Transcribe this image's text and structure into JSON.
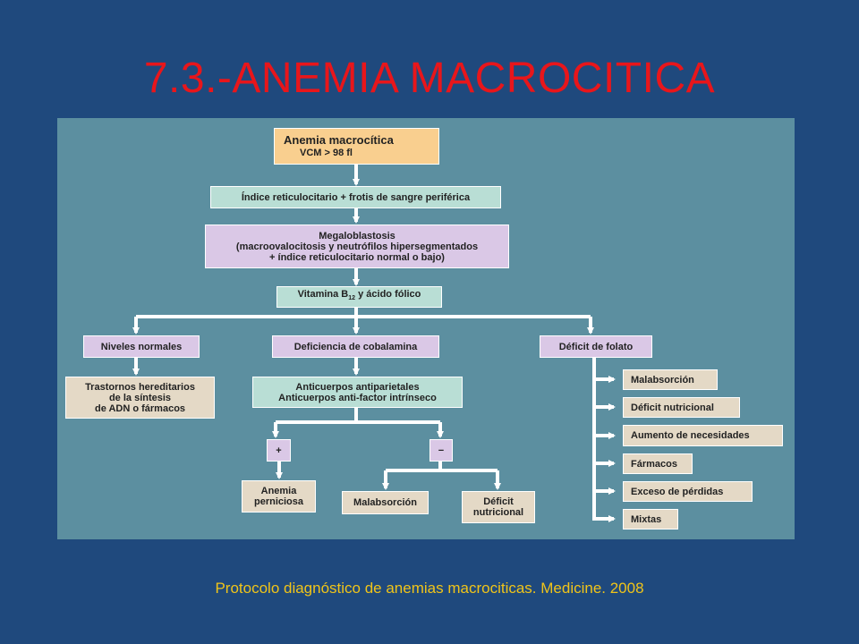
{
  "title": "7.3.-ANEMIA MACROCITICA",
  "caption": "Protocolo diagnóstico de anemias macrociticas. Medicine. 2008",
  "flowchart": {
    "start_line1": "Anemia macrocítica",
    "start_line2": "VCM > 98 fl",
    "step1": "Índice reticulocitario + frotis de sangre periférica",
    "step2_line1": "Megaloblastosis",
    "step2_line2": "(macroovalocitosis y neutrófilos hipersegmentados",
    "step2_line3": "+ índice reticulocitario normal o bajo)",
    "step3_pre": "Vitamina B",
    "step3_sub": "12",
    "step3_post": " y ácido fólico",
    "branch_normal": "Niveles normales",
    "branch_cobalamina": "Deficiencia de cobalamina",
    "branch_folato": "Déficit de folato",
    "normal_result_line1": "Trastornos hereditarios",
    "normal_result_line2": "de la síntesis",
    "normal_result_line3": "de ADN o fármacos",
    "antibodies_line1": "Anticuerpos antiparietales",
    "antibodies_line2": "Anticuerpos anti-factor intrínseco",
    "positive": "+",
    "negative": "−",
    "pernicious_line1": "Anemia",
    "pernicious_line2": "perniciosa",
    "neg_malabsorcion": "Malabsorción",
    "neg_deficit_line1": "Déficit",
    "neg_deficit_line2": "nutricional",
    "folato_causes": [
      "Malabsorción",
      "Déficit nutricional",
      "Aumento de necesidades",
      "Fármacos",
      "Exceso de pérdidas",
      "Mixtas"
    ]
  },
  "colors": {
    "background": "#1f497d",
    "title": "#e8161b",
    "caption": "#f0c419",
    "panel": "#5c8fa0",
    "connector": "#ffffff"
  }
}
